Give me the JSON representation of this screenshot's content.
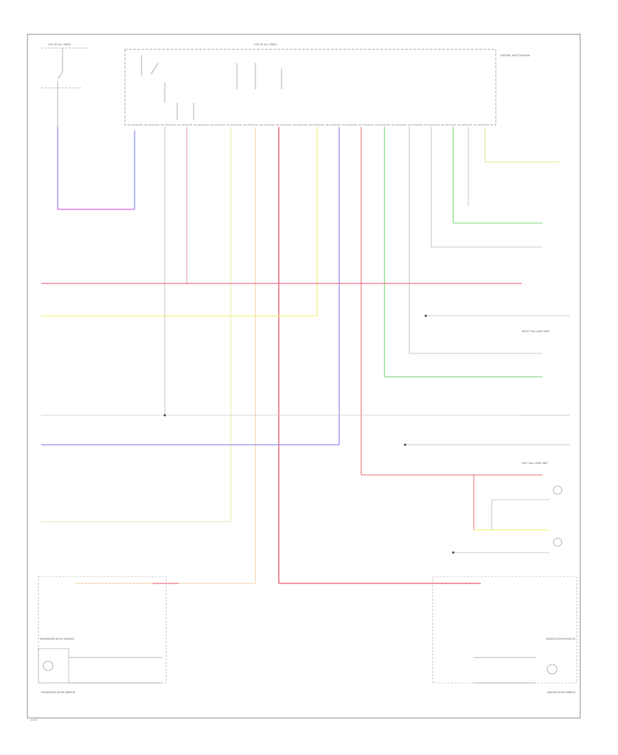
{
  "colors": {
    "red": "#f06a84",
    "yellow": "#f0f07a",
    "blue": "#8a8af2",
    "green": "#83da83",
    "grey": "#b8b8b8",
    "pink": "#d85ae0",
    "orange_red": "#f08080",
    "lightgreen": "#b6e8a0"
  },
  "labels": {
    "fuse_box": "HOT AT ALL TIMES",
    "fuse_box_left": "HOT AT ALL TIMES",
    "bcm": "CENTRAL JUNCTION BOX",
    "passenger_mirror": "PASSENGER DOOR MIRROR",
    "passenger_module": "PASSENGER DOOR MODULE",
    "driver_mirror": "DRIVER DOOR MIRROR",
    "driver_module": "DRIVER DOOR MODULE",
    "left_tail": "LEFT TAIL LAMP UNIT",
    "right_tail": "RIGHT TAIL LAMP UNIT",
    "page_ref": "1 of 2"
  }
}
